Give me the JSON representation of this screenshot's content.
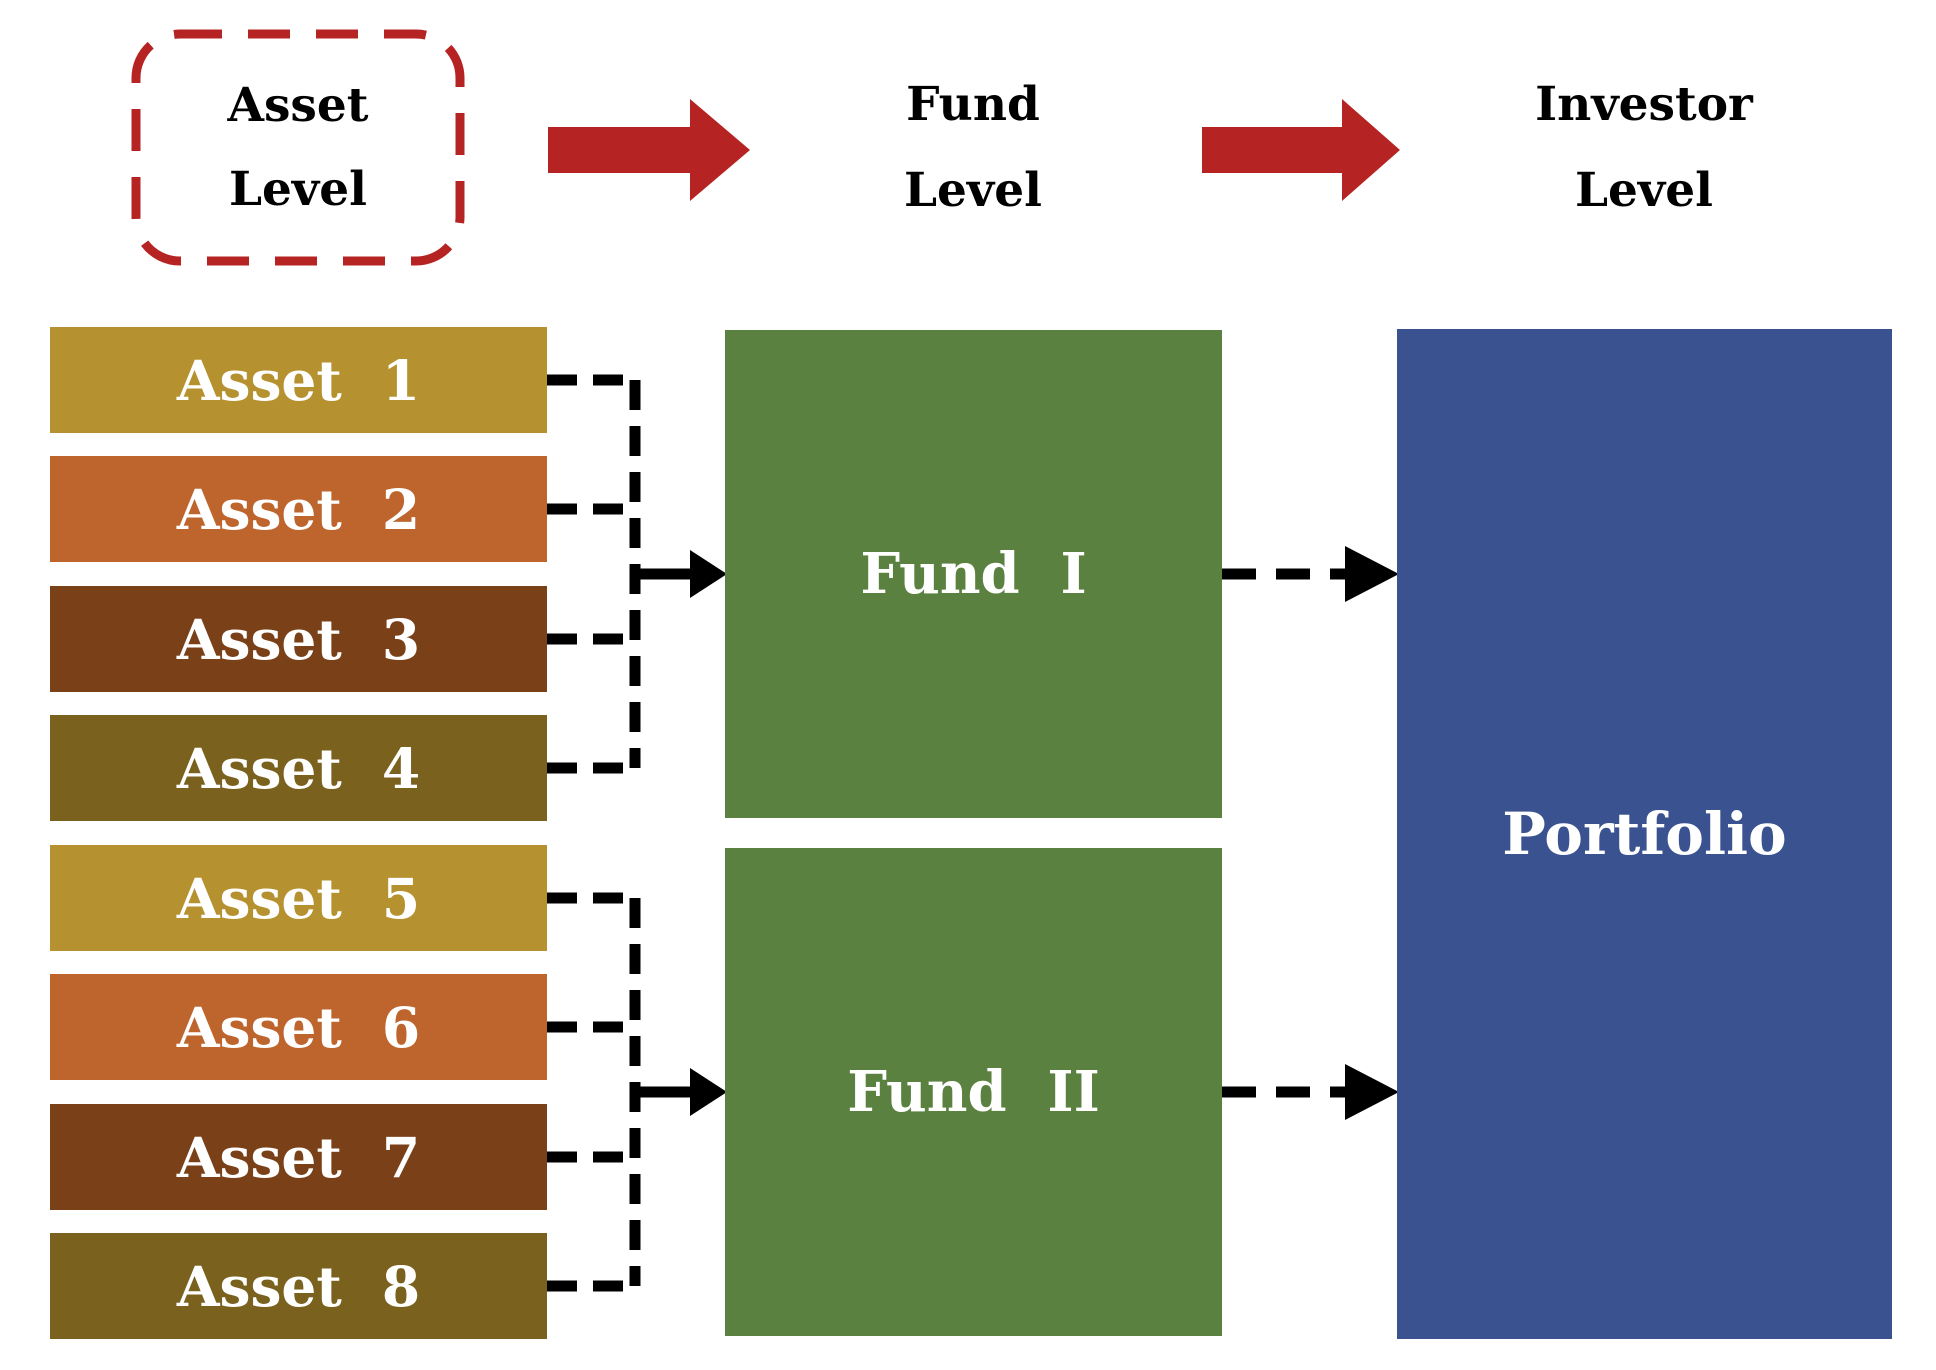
{
  "header": {
    "asset_level": {
      "lines": [
        "Asset",
        "Level"
      ]
    },
    "fund_level": {
      "lines": [
        "Fund",
        "Level"
      ]
    },
    "investor_level": {
      "lines": [
        "Investor",
        "Level"
      ]
    }
  },
  "assets": [
    {
      "label": "Asset 1",
      "color": "#B5912F"
    },
    {
      "label": "Asset 2",
      "color": "#BE652D"
    },
    {
      "label": "Asset 3",
      "color": "#7A4119"
    },
    {
      "label": "Asset 4",
      "color": "#7A621E"
    },
    {
      "label": "Asset 5",
      "color": "#B5912F"
    },
    {
      "label": "Asset 6",
      "color": "#BE652D"
    },
    {
      "label": "Asset 7",
      "color": "#7A4119"
    },
    {
      "label": "Asset 8",
      "color": "#7A621E"
    }
  ],
  "funds": [
    {
      "label": "Fund I",
      "color": "#5B8140"
    },
    {
      "label": "Fund II",
      "color": "#5B8140"
    }
  ],
  "portfolio": {
    "label": "Portfolio",
    "color": "#3A5390"
  },
  "colors": {
    "accent_red": "#B52322",
    "connector_black": "#000000",
    "box_text": "#FFFFFF",
    "header_text": "#000000",
    "background": "#FFFFFF"
  }
}
